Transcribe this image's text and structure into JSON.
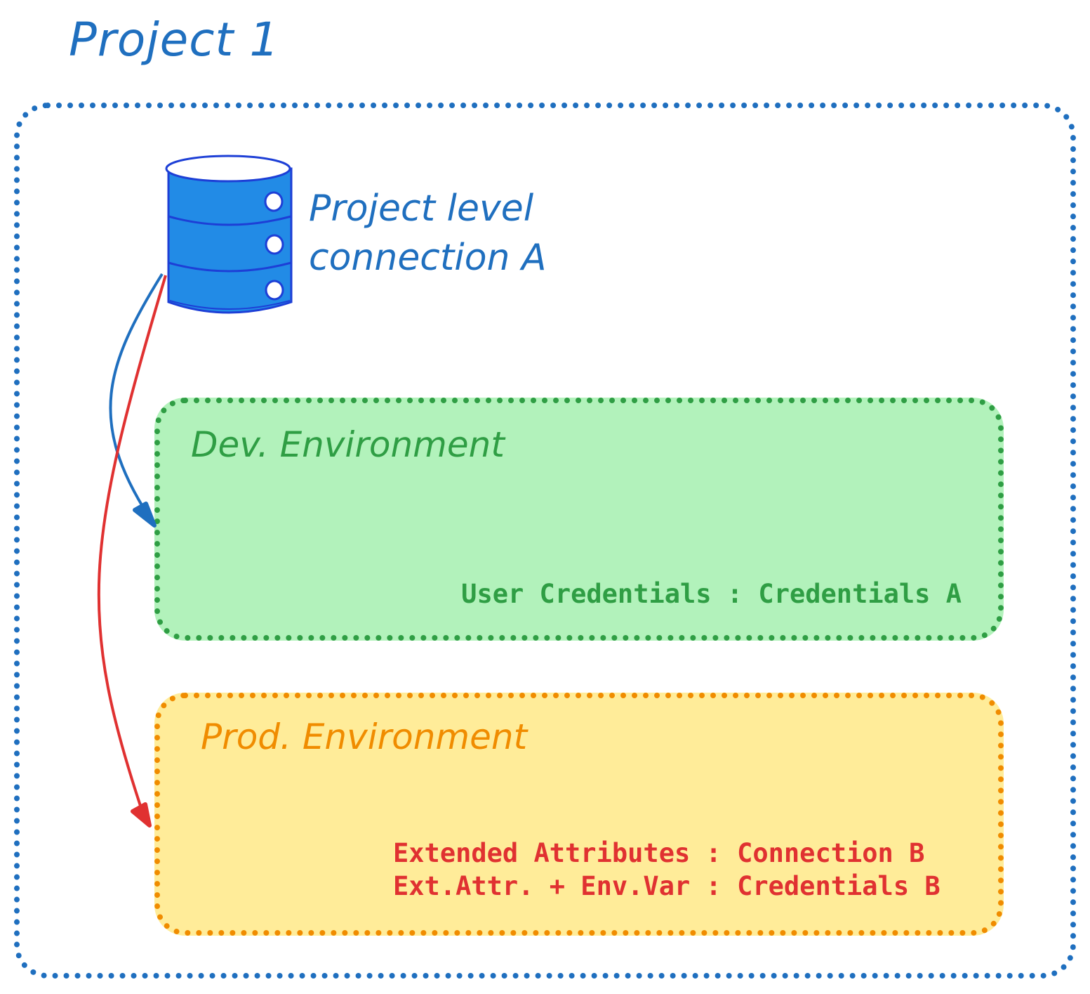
{
  "project": {
    "title": "Project 1"
  },
  "connection": {
    "label_line1": "Project level",
    "label_line2": "connection A",
    "icon": "database-icon",
    "color": "#228be6"
  },
  "dev_environment": {
    "title": "Dev. Environment",
    "credentials": "User Credentials : Credentials A",
    "fill": "#b2f2bb",
    "stroke": "#2f9e44"
  },
  "prod_environment": {
    "title": "Prod. Environment",
    "lines": [
      "Extended Attributes : Connection B",
      "Ext.Attr. + Env.Var : Credentials B"
    ],
    "fill": "#ffec99",
    "stroke": "#f08c00"
  },
  "arrows": {
    "to_dev_color": "#1f6fbf",
    "to_prod_color": "#e03131"
  }
}
